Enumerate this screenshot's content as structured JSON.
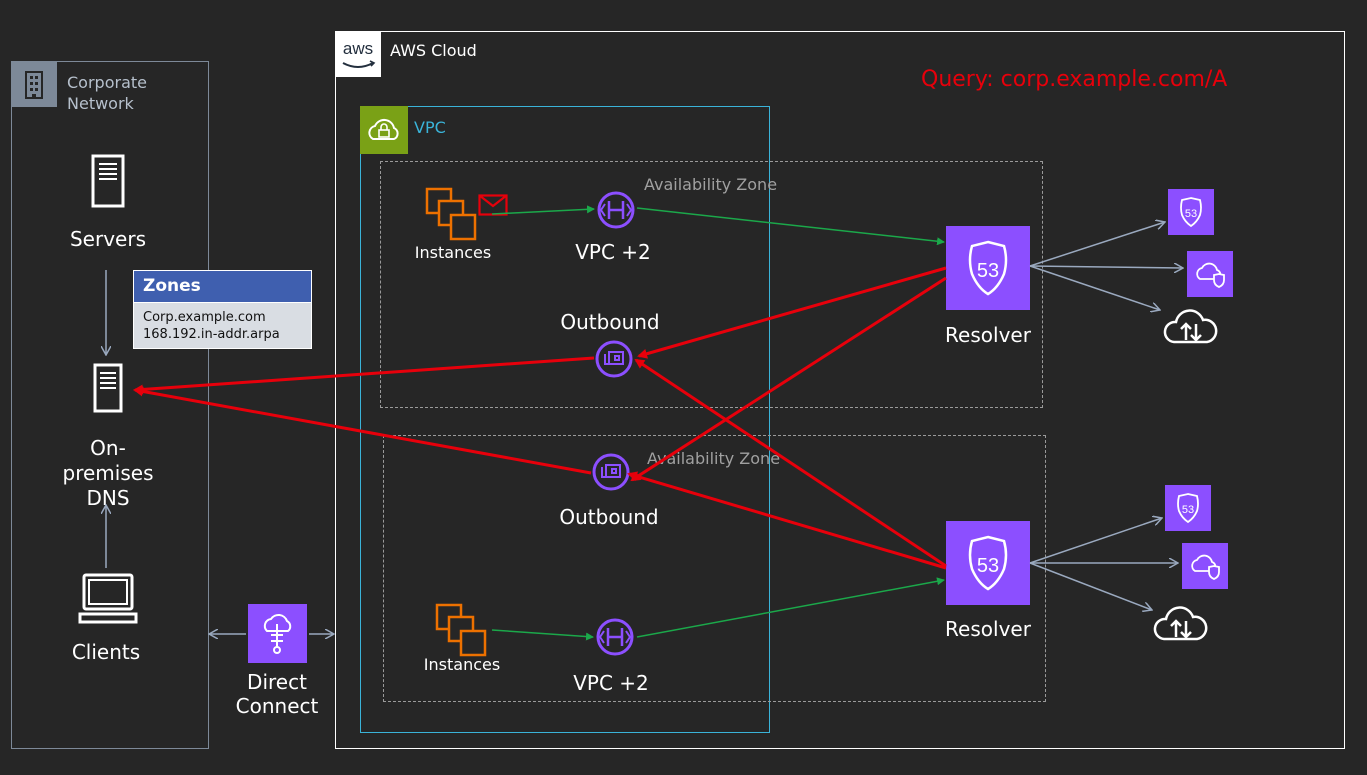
{
  "colors": {
    "background": "#262626",
    "aws_purple": "#8C4FFF",
    "vpc_green": "#7AA116",
    "vpc_border": "#3AB3D8",
    "instance_orange": "#ED7100",
    "corporate_border": "#7D8998",
    "query_red": "#E7000B",
    "flow_green": "#1BA84A",
    "arrow_gray": "#9AA9BF",
    "zones_header": "#3F5FAF"
  },
  "corporate": {
    "title_line1": "Corporate",
    "title_line2": "Network",
    "servers": "Servers",
    "dns_line1": "On-",
    "dns_line2": "premises",
    "dns_line3": "DNS",
    "clients": "Clients"
  },
  "zones": {
    "header": "Zones",
    "line1": "Corp.example.com",
    "line2": "168.192.in-addr.arpa"
  },
  "direct_connect": {
    "line1": "Direct",
    "line2": "Connect"
  },
  "aws": {
    "logo_text": "aws",
    "title": "AWS Cloud",
    "query": "Query: corp.example.com/A",
    "vpc": "VPC",
    "az_top": "Availability Zone",
    "az_bottom": "Availability Zone",
    "instances_top": "Instances",
    "instances_bottom": "Instances",
    "vpc2_top": "VPC +2",
    "vpc2_bottom": "VPC +2",
    "outbound_top": "Outbound",
    "outbound_bottom": "Outbound",
    "resolver_top": "Resolver",
    "resolver_bottom": "Resolver",
    "r53_badge": "53"
  }
}
